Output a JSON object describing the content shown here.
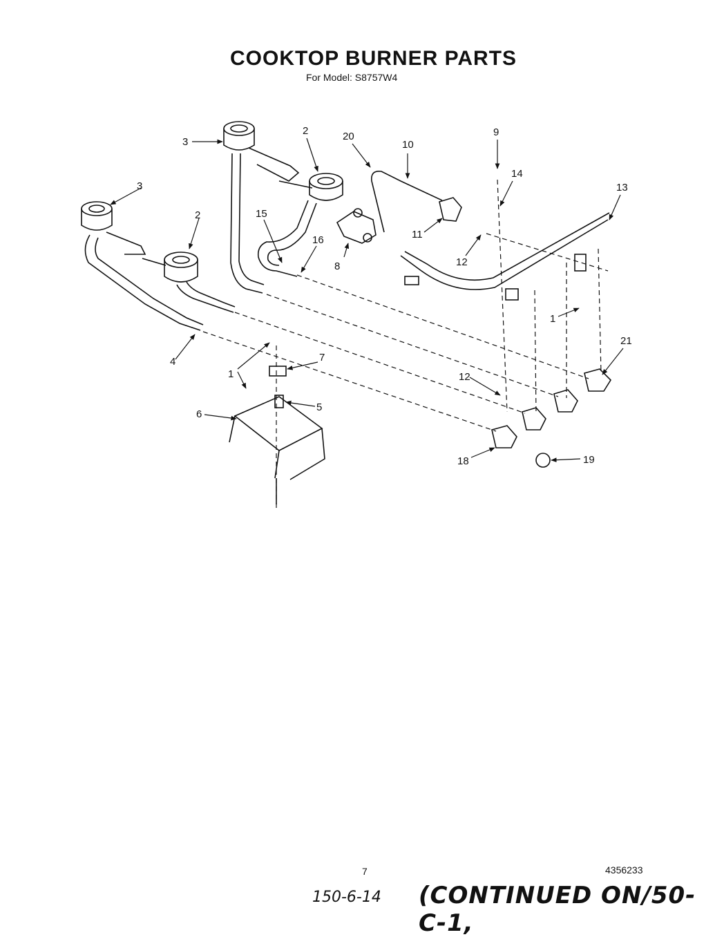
{
  "header": {
    "title": "COOKTOP BURNER PARTS",
    "subtitle": "For Model: S8757W4"
  },
  "diagram": {
    "callouts": [
      {
        "id": "c3a",
        "text": "3"
      },
      {
        "id": "c2a",
        "text": "2"
      },
      {
        "id": "c20",
        "text": "20"
      },
      {
        "id": "c10",
        "text": "10"
      },
      {
        "id": "c9",
        "text": "9"
      },
      {
        "id": "c14",
        "text": "14"
      },
      {
        "id": "c13",
        "text": "13"
      },
      {
        "id": "c3b",
        "text": "3"
      },
      {
        "id": "c2b",
        "text": "2"
      },
      {
        "id": "c15",
        "text": "15"
      },
      {
        "id": "c16",
        "text": "16"
      },
      {
        "id": "c11",
        "text": "11"
      },
      {
        "id": "c8",
        "text": "8"
      },
      {
        "id": "c12a",
        "text": "12"
      },
      {
        "id": "c1a",
        "text": "1"
      },
      {
        "id": "c21",
        "text": "21"
      },
      {
        "id": "c4",
        "text": "4"
      },
      {
        "id": "c7",
        "text": "7"
      },
      {
        "id": "c1b",
        "text": "1"
      },
      {
        "id": "c12b",
        "text": "12"
      },
      {
        "id": "c5",
        "text": "5"
      },
      {
        "id": "c6",
        "text": "6"
      },
      {
        "id": "c18",
        "text": "18"
      },
      {
        "id": "c19",
        "text": "19"
      }
    ]
  },
  "footer": {
    "page_number": "7",
    "document_number": "4356233",
    "handwritten_ref": "150-6-14",
    "continued_note": "(CONTINUED ON/50-C-1,"
  }
}
